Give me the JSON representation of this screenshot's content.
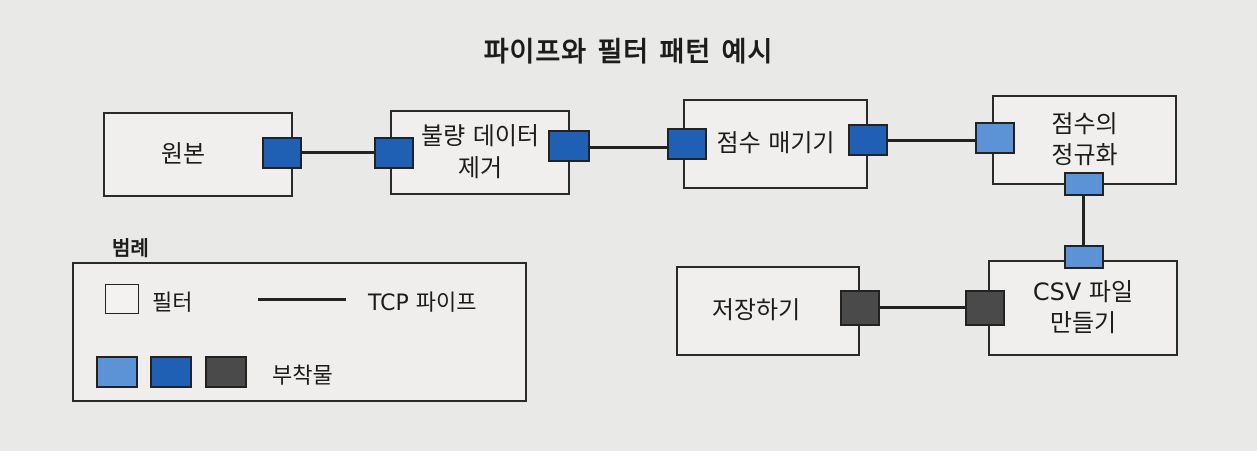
{
  "title": "파이프와 필터 패턴 예시",
  "filters": {
    "source": "원본",
    "remove_bad": "불량 데이터\n제거",
    "score": "점수 매기기",
    "normalize": "점수의\n정규화",
    "make_csv": "CSV 파일\n만들기",
    "save": "저장하기"
  },
  "legend": {
    "title": "범례",
    "filter_label": "필터",
    "pipe_label": "TCP 파이프",
    "attachment_label": "부착물"
  },
  "colors": {
    "port_dark_blue": "#1f5fb4",
    "port_light_blue": "#5b93d6",
    "port_gray": "#4a4a4a"
  }
}
